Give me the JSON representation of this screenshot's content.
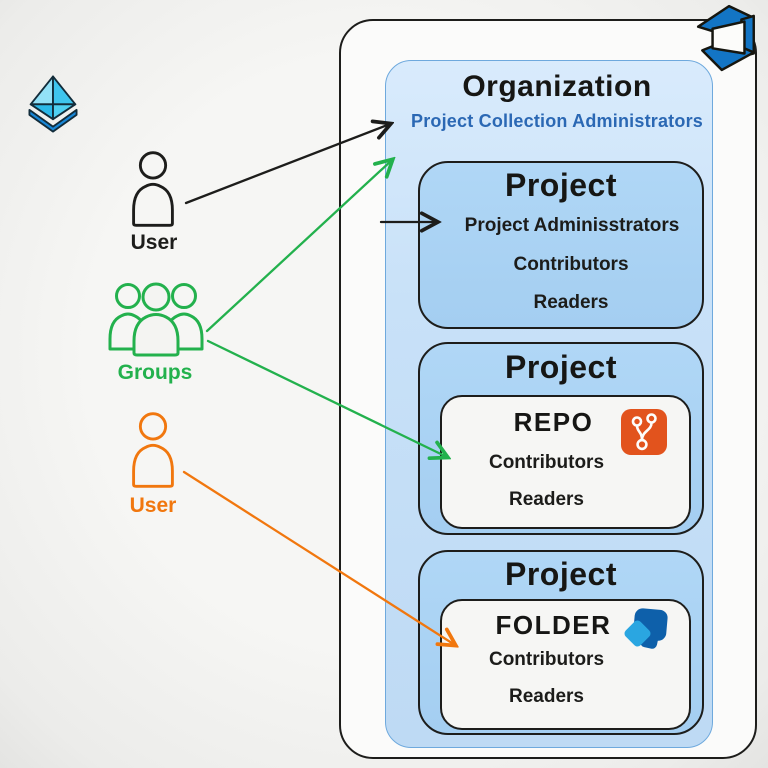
{
  "actors": [
    {
      "id": "user-top",
      "label": "User",
      "color": "#1d1d1b"
    },
    {
      "id": "groups",
      "label": "Groups",
      "color": "#23b14d"
    },
    {
      "id": "user-bottom",
      "label": "User",
      "color": "#f1770e"
    }
  ],
  "organization": {
    "title": "Organization",
    "collection_group": "Project Collection Administrators",
    "projects": [
      {
        "title": "Project",
        "groups": [
          "Project Adminisstrators",
          "Contributors",
          "Readers"
        ]
      },
      {
        "title": "Project",
        "resource": {
          "name": "REPO",
          "icon": "git-branch-icon"
        },
        "groups": [
          "Contributors",
          "Readers"
        ]
      },
      {
        "title": "Project",
        "resource": {
          "name": "FOLDER",
          "icon": "folder-icon"
        },
        "groups": [
          "Contributors",
          "Readers"
        ]
      }
    ]
  },
  "icons": {
    "top_left": "pyramid-logo-icon",
    "top_right": "azure-devops-logo-icon",
    "repo_badge": "git-branch-icon",
    "folder_badge": "folder-icon"
  },
  "connections": [
    {
      "from": "user-top",
      "to": "Project Collection Administrators",
      "color": "#1d1d1b"
    },
    {
      "from": "org-left-edge",
      "to": "Project Adminisstrators",
      "color": "#1d1d1b"
    },
    {
      "from": "groups",
      "to": "Organization",
      "color": "#23b14d"
    },
    {
      "from": "groups",
      "to": "REPO Contributors",
      "color": "#23b14d"
    },
    {
      "from": "user-bottom",
      "to": "FOLDER Contributors",
      "color": "#f1770e"
    }
  ],
  "colors": {
    "background": "#f3f3f1",
    "outline": "#1d1d1b",
    "outer_box_fill": "#fbfbfa",
    "org_fill": "#cde4f9",
    "org_border": "#6ea9dd",
    "project_fill": "#a9d2f2",
    "inner_fill": "#f6f6f4",
    "blue_text": "#2b68b4",
    "green": "#23b14d",
    "orange": "#f1770e",
    "git_badge": "#e2531d",
    "devops_blue": "#1375c5",
    "folder_dark": "#0e60aa",
    "folder_light": "#2aa6e1",
    "pyramid_light": "#93e1f7",
    "pyramid_mid": "#3ec5ee",
    "pyramid_band": "#1886d6"
  }
}
